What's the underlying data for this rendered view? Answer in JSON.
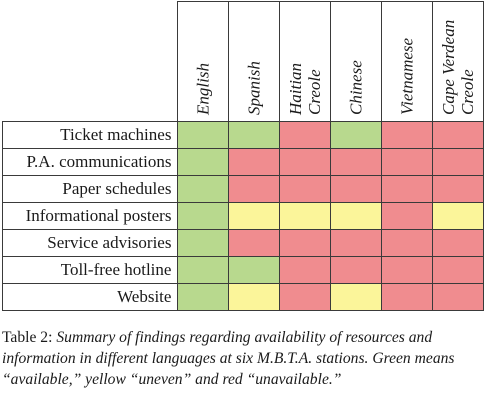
{
  "table": {
    "languages": [
      "English",
      "Spanish",
      "Haitian\nCreole",
      "Chinese",
      "Vietnamese",
      "Cape Verdean\nCreole"
    ],
    "rows": [
      {
        "label": "Ticket machines",
        "cells": [
          "available",
          "available",
          "unavailable",
          "available",
          "unavailable",
          "unavailable"
        ]
      },
      {
        "label": "P.A. communications",
        "cells": [
          "available",
          "unavailable",
          "unavailable",
          "unavailable",
          "unavailable",
          "unavailable"
        ]
      },
      {
        "label": "Paper schedules",
        "cells": [
          "available",
          "unavailable",
          "unavailable",
          "unavailable",
          "unavailable",
          "unavailable"
        ]
      },
      {
        "label": "Informational posters",
        "cells": [
          "available",
          "uneven",
          "uneven",
          "uneven",
          "unavailable",
          "uneven"
        ]
      },
      {
        "label": "Service advisories",
        "cells": [
          "available",
          "unavailable",
          "unavailable",
          "unavailable",
          "unavailable",
          "unavailable"
        ]
      },
      {
        "label": "Toll-free hotline",
        "cells": [
          "available",
          "available",
          "unavailable",
          "unavailable",
          "unavailable",
          "unavailable"
        ]
      },
      {
        "label": "Website",
        "cells": [
          "available",
          "uneven",
          "unavailable",
          "uneven",
          "unavailable",
          "unavailable"
        ]
      }
    ],
    "status_colors": {
      "available": "#b8d98e",
      "uneven": "#fbf59a",
      "unavailable": "#f08c8f"
    }
  },
  "caption": {
    "label": "Table 2",
    "separator": ": ",
    "text": "Summary of findings regarding availability of resources and information in different languages at six M.B.T.A. stations. Green means “available,” yellow “uneven” and red “unavailable.”"
  }
}
